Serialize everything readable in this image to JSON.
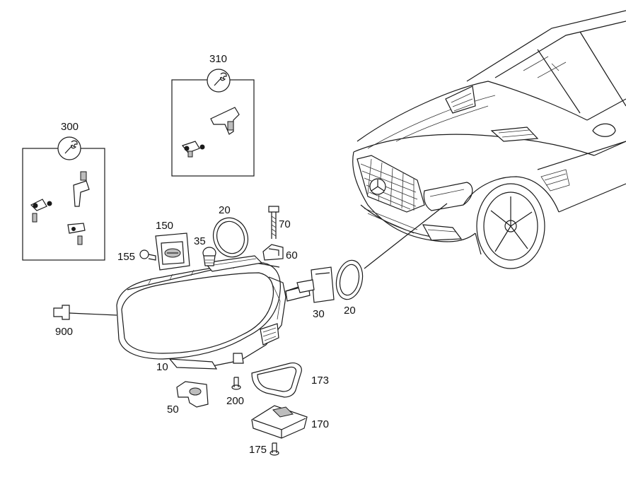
{
  "diagram": {
    "callouts": {
      "c10": "10",
      "c20a": "20",
      "c20b": "20",
      "c30": "30",
      "c35": "35",
      "c50": "50",
      "c60": "60",
      "c70": "70",
      "c150": "150",
      "c155": "155",
      "c170": "170",
      "c173": "173",
      "c175": "175",
      "c200": "200",
      "c300": "300",
      "c310": "310",
      "c900": "900"
    },
    "icons": [
      "wrench-icon",
      "wrench-icon"
    ],
    "line_color": "#1a1a1a",
    "background": "#ffffff"
  }
}
